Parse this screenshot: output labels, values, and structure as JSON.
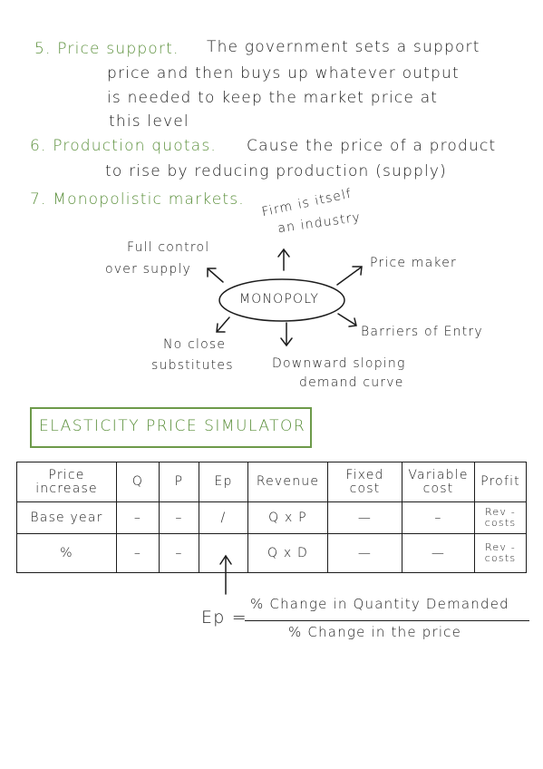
{
  "notes": {
    "item5": {
      "heading": "5. Price support.",
      "line1": "The government sets a support",
      "line2": "price and then buys up whatever output",
      "line3": "is needed to keep the market price at",
      "line4": "this level"
    },
    "item6": {
      "heading": "6. Production quotas.",
      "line1": "Cause the price of a product",
      "line2": "to rise by reducing production (supply)"
    },
    "item7": {
      "heading": "7. Monopolistic markets."
    }
  },
  "monopoly_diagram": {
    "center": "MONOPOLY",
    "top_line1": "Firm is itself",
    "top_line2": "an industry",
    "left_line1": "Full control",
    "left_line2": "over supply",
    "right": "Price maker",
    "bottom_right": "Barriers of Entry",
    "bottom_left_line1": "No close",
    "bottom_left_line2": "substitutes",
    "bottom_line1": "Downward sloping",
    "bottom_line2": "demand curve"
  },
  "simulator": {
    "title": "ELASTICITY PRICE SIMULATOR",
    "headers": [
      "Price increase",
      "Q",
      "P",
      "Ep",
      "Revenue",
      "Fixed cost",
      "Variable cost",
      "Profit"
    ],
    "rows": [
      [
        "Base year",
        "–",
        "–",
        "/",
        "Q x P",
        "—",
        "–",
        "Rev - costs"
      ],
      [
        "%",
        "–",
        "–",
        "",
        "Q x D",
        "—",
        "—",
        "Rev - costs"
      ]
    ]
  },
  "formula": {
    "lhs": "Ep =",
    "numerator": "% Change in Quantity Demanded",
    "denominator": "% Change in the price"
  },
  "colors": {
    "green_ink": "#5a8f3a",
    "black_ink": "#1c1c1c"
  }
}
